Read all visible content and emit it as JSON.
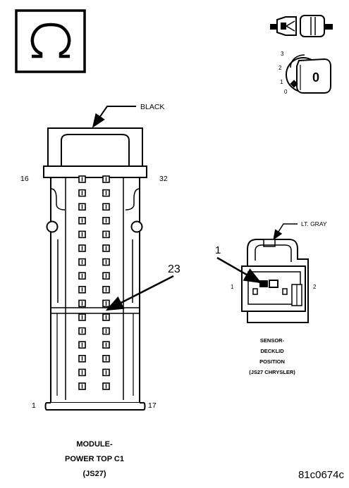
{
  "meter_icon": {
    "symbol": "Ω"
  },
  "key_icon": {
    "positions": [
      "3",
      "2",
      "1",
      "0"
    ],
    "face": "0"
  },
  "main_connector": {
    "color_label": "BLACK",
    "pin_numbers": {
      "top_left": "16",
      "top_right": "32",
      "bottom_left": "1",
      "bottom_right": "17"
    },
    "callout_pin": "23",
    "rows": 16,
    "caption": [
      "MODULE-",
      "POWER TOP C1",
      "(JS27)"
    ]
  },
  "sensor_connector": {
    "color_label": "LT. GRAY",
    "callout_pin": "1",
    "pin_numbers": {
      "left": "1",
      "right": "2"
    },
    "caption": [
      "SENSOR-",
      "DECKLID",
      "POSITION",
      "(JS27 CHRYSLER)"
    ]
  },
  "figure_id": "81c0674c"
}
